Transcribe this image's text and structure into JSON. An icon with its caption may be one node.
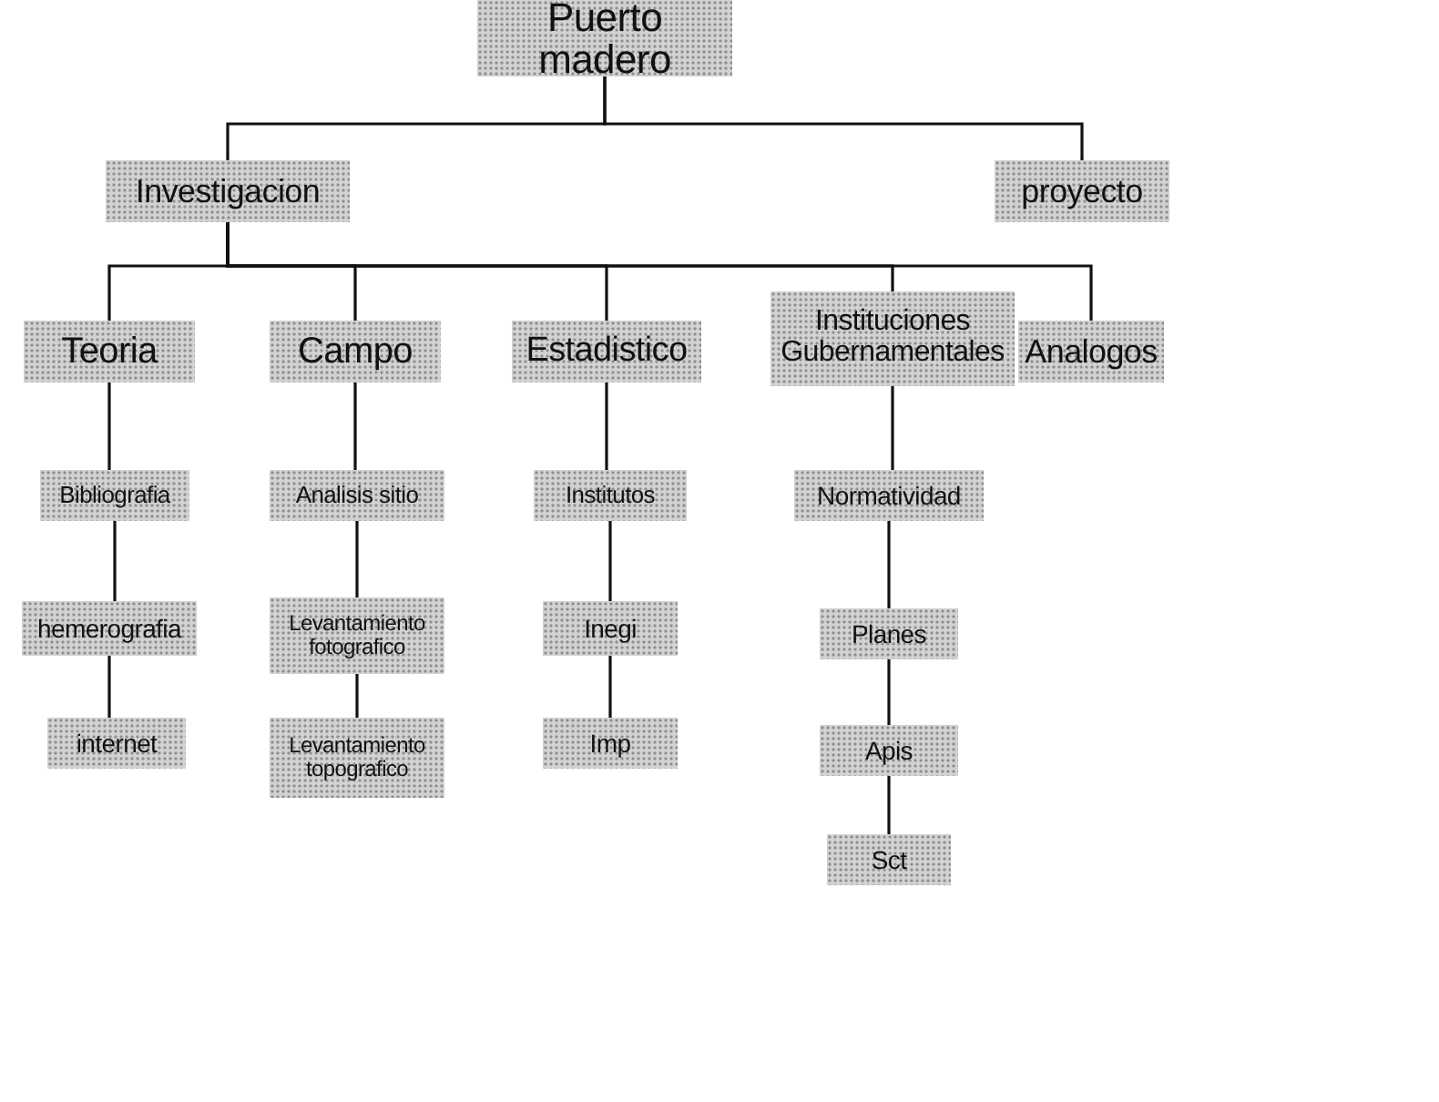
{
  "diagram": {
    "nodes": [
      {
        "text": [
          "Puerto madero"
        ]
      },
      {
        "text": [
          "Investigacion"
        ]
      },
      {
        "text": [
          "proyecto"
        ]
      },
      {
        "text": [
          "Teoria"
        ]
      },
      {
        "text": [
          "Campo"
        ]
      },
      {
        "text": [
          "Estadistico"
        ]
      },
      {
        "text": [
          "Instituciones Gubernamentales"
        ]
      },
      {
        "text": [
          "Analogos"
        ]
      },
      {
        "text": [
          "Bibliografia"
        ]
      },
      {
        "text": [
          "hemerografia"
        ]
      },
      {
        "text": [
          "internet"
        ]
      },
      {
        "text": [
          "Analisis sitio"
        ]
      },
      {
        "text": [
          "Levantamiento fotografico"
        ]
      },
      {
        "text": [
          "Levantamiento topografico"
        ]
      },
      {
        "text": [
          "Institutos"
        ]
      },
      {
        "text": [
          "Inegi"
        ]
      },
      {
        "text": [
          "Imp"
        ]
      },
      {
        "text": [
          "Normatividad"
        ]
      },
      {
        "text": [
          "Planes"
        ]
      },
      {
        "text": [
          "Apis"
        ]
      },
      {
        "text": [
          "Sct"
        ]
      }
    ],
    "edges": [
      {
        "from": 0,
        "to": 1,
        "arrow": "none"
      },
      {
        "from": 0,
        "to": 2,
        "arrow": "none"
      },
      {
        "from": 1,
        "to": 3,
        "arrow": "none"
      },
      {
        "from": 1,
        "to": 4,
        "arrow": "none"
      },
      {
        "from": 1,
        "to": 5,
        "arrow": "none"
      },
      {
        "from": 1,
        "to": 6,
        "arrow": "none"
      },
      {
        "from": 1,
        "to": 7,
        "arrow": "none"
      },
      {
        "from": 3,
        "to": 8,
        "arrow": "none"
      },
      {
        "from": 8,
        "to": 9,
        "arrow": "none"
      },
      {
        "from": 9,
        "to": 10,
        "arrow": "none"
      },
      {
        "from": 4,
        "to": 11,
        "arrow": "none"
      },
      {
        "from": 11,
        "to": 12,
        "arrow": "none"
      },
      {
        "from": 12,
        "to": 13,
        "arrow": "none"
      },
      {
        "from": 5,
        "to": 14,
        "arrow": "none"
      },
      {
        "from": 14,
        "to": 15,
        "arrow": "none"
      },
      {
        "from": 15,
        "to": 16,
        "arrow": "none"
      },
      {
        "from": 6,
        "to": 17,
        "arrow": "none"
      },
      {
        "from": 17,
        "to": 18,
        "arrow": "none"
      },
      {
        "from": 18,
        "to": 19,
        "arrow": "none"
      },
      {
        "from": 19,
        "to": 20,
        "arrow": "none"
      }
    ]
  }
}
